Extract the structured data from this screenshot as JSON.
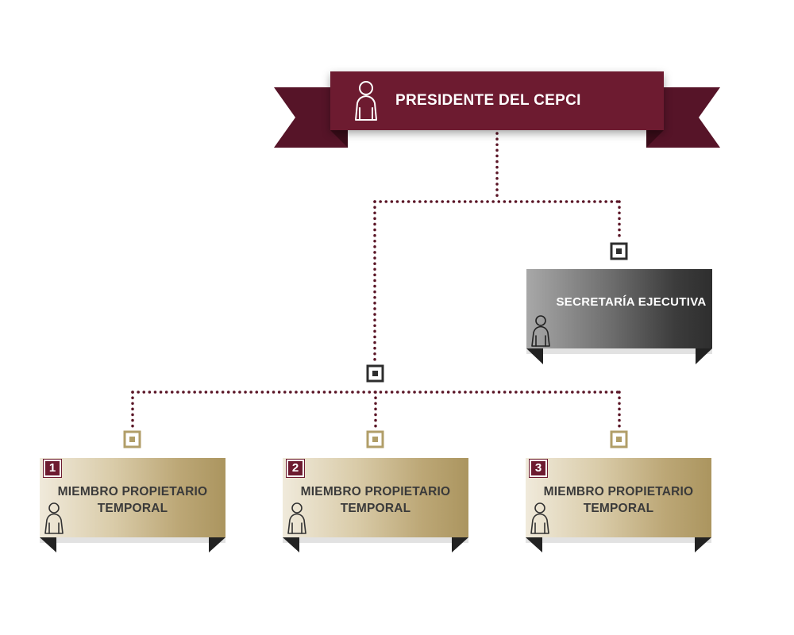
{
  "president": {
    "title": "PRESIDENTE DEL CEPCI",
    "icon": "person-icon",
    "color": "#6d1b30"
  },
  "secretaria": {
    "title": "SECRETARÍA EJECUTIVA",
    "icon": "person-icon",
    "color": "#3c3c3c"
  },
  "members": [
    {
      "number": "1",
      "title": "MIEMBRO PROPIETARIO TEMPORAL",
      "icon": "person-icon"
    },
    {
      "number": "2",
      "title": "MIEMBRO PROPIETARIO TEMPORAL",
      "icon": "person-icon"
    },
    {
      "number": "3",
      "title": "MIEMBRO PROPIETARIO TEMPORAL",
      "icon": "person-icon"
    }
  ],
  "colors": {
    "connector": "#5a1526",
    "node_dark": "#2d2d2d",
    "node_gold": "#b19e68",
    "member_text": "#3a3a3a"
  }
}
